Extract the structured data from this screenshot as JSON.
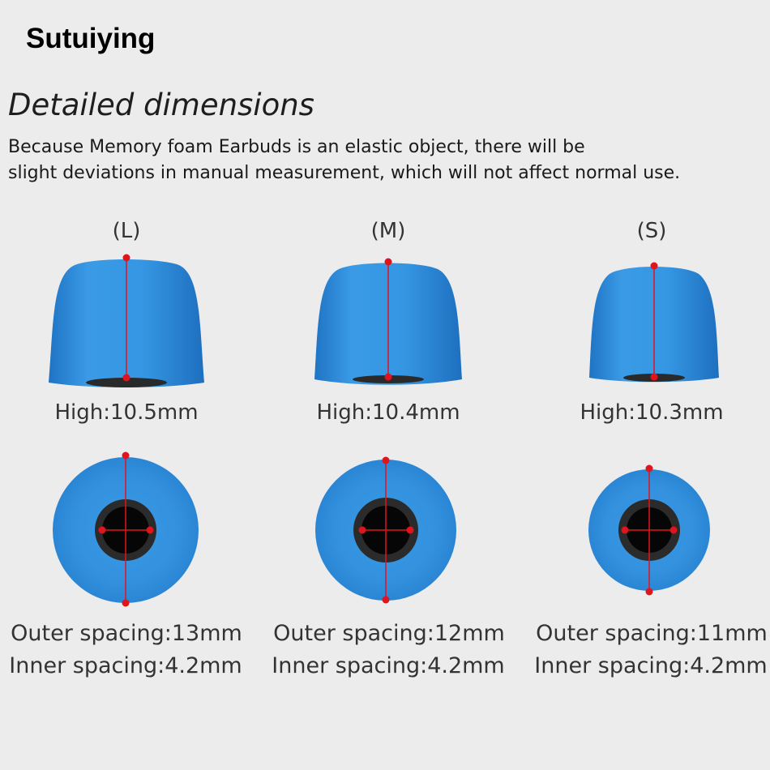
{
  "brand": "Sutuiying",
  "heading": "Detailed dimensions",
  "description": {
    "line1": "Because Memory foam Earbuds is an elastic object, there will be",
    "line2": "slight deviations in manual measurement, which will not affect normal use."
  },
  "colors": {
    "foam": "#2f8fdc",
    "marker": "#e0141c",
    "background": "#ececec"
  },
  "sizes": [
    {
      "label": "(L)",
      "high": "High:10.5mm",
      "outer": "Outer spacing:13mm",
      "inner": "Inner spacing:4.2mm"
    },
    {
      "label": "(M)",
      "high": "High:10.4mm",
      "outer": "Outer spacing:12mm",
      "inner": "Inner spacing:4.2mm"
    },
    {
      "label": "(S)",
      "high": "High:10.3mm",
      "outer": "Outer spacing:11mm",
      "inner": "Inner spacing:4.2mm"
    }
  ]
}
